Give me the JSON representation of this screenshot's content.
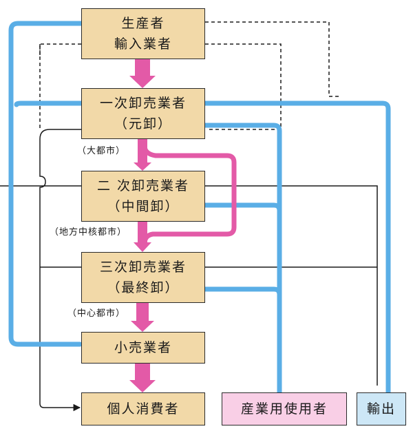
{
  "colors": {
    "blue_flow": "#5aaee6",
    "pink_flow": "#e35aa7",
    "line": "#1a1a1a",
    "box_tan": "#f2d9a8",
    "box_pink": "#f9cfe6",
    "box_blue": "#cde7f6"
  },
  "nodes": {
    "producer": {
      "line1": "生産者",
      "line2": "輸入業者"
    },
    "primary": {
      "line1": "一次卸売業者",
      "line2": "（元卸）"
    },
    "secondary": {
      "line1": "二 次卸売業者",
      "line2": "（中間卸）"
    },
    "tertiary": {
      "line1": "三次卸売業者",
      "line2": "（最終卸）"
    },
    "retailer": {
      "line1": "小売業者"
    },
    "consumer": {
      "line1": "個人消費者"
    },
    "industrial": {
      "line1": "産業用使用者"
    },
    "export": {
      "line1": "輸出"
    }
  },
  "notes": {
    "primary_city": "（大都市）",
    "secondary_city": "（地方中核都市）",
    "tertiary_city": "（中心都市）"
  }
}
